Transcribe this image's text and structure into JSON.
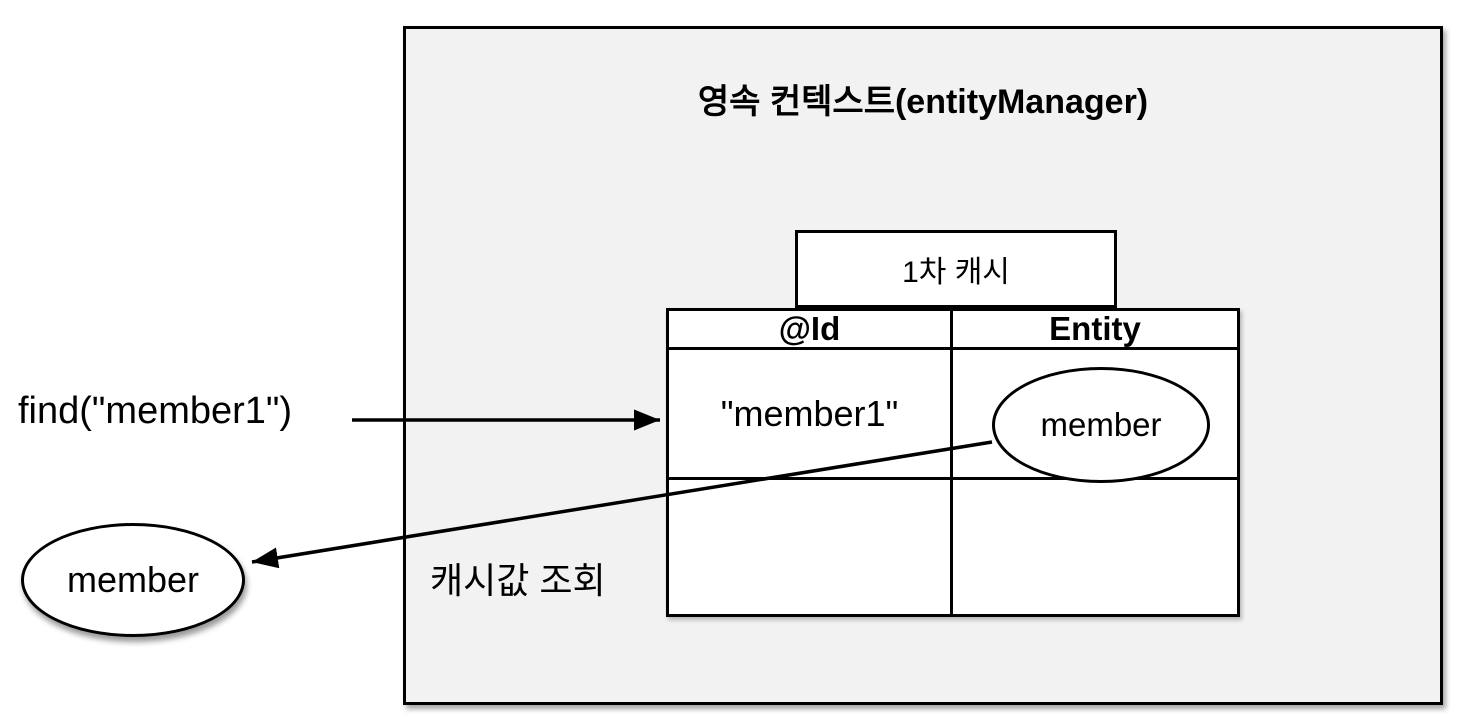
{
  "colors": {
    "canvas_background": "#ffffff",
    "context_box_fill": "#f2f2f2",
    "cell_fill": "#ffffff",
    "stroke": "#000000"
  },
  "context_box": {
    "title": "영속 컨텍스트(entityManager)"
  },
  "first_level_cache": {
    "label": "1차 캐시"
  },
  "cache_table": {
    "columns": [
      "@Id",
      "Entity"
    ],
    "rows": [
      {
        "id": "\"member1\"",
        "entity": "member"
      },
      {
        "id": "",
        "entity": ""
      }
    ]
  },
  "find_call": {
    "label": "find(\"member1\")"
  },
  "returned_entity": {
    "label": "member"
  },
  "cache_lookup": {
    "label": "캐시값 조회"
  }
}
